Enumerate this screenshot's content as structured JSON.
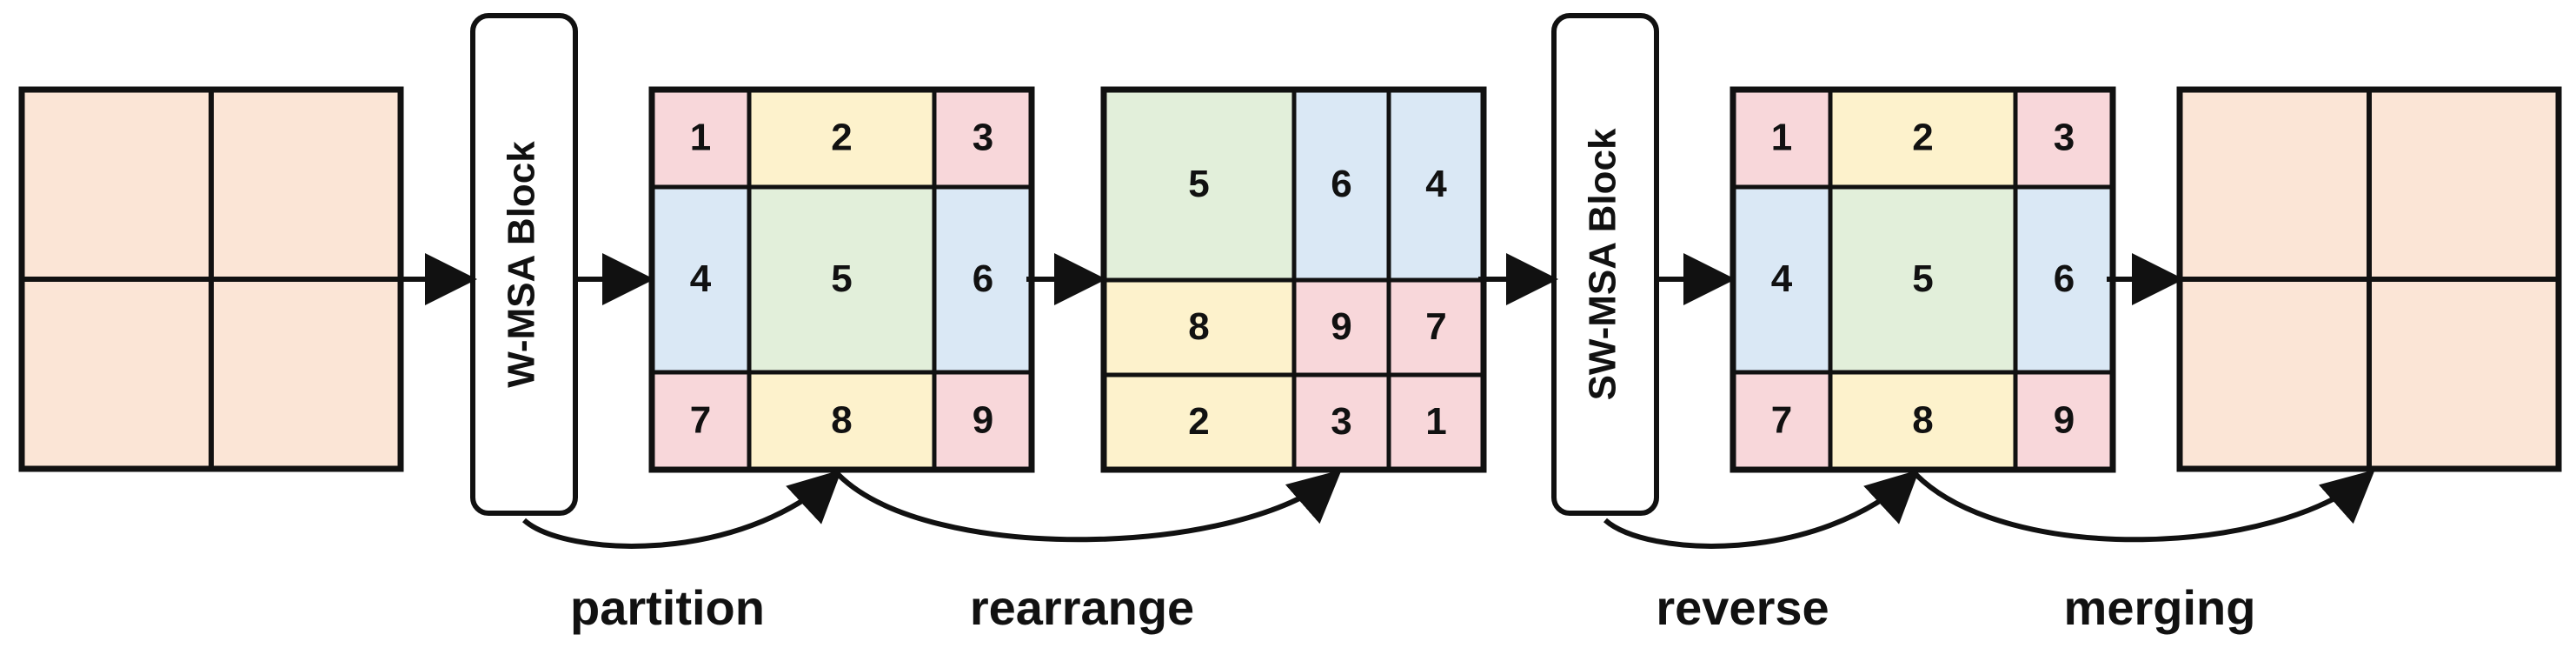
{
  "colors": {
    "peach": "#fbe5d6",
    "pink": "#f8d7da",
    "yellow": "#fdf2cc",
    "blue": "#dae8f5",
    "green": "#e2efda",
    "line": "#111111"
  },
  "blocks": {
    "wmsa": "W-MSA Block",
    "swmsa": "SW-MSA Block"
  },
  "grids": {
    "partition": {
      "cells": [
        {
          "id": "1",
          "label": "1",
          "color": "pink"
        },
        {
          "id": "2",
          "label": "2",
          "color": "yellow"
        },
        {
          "id": "3",
          "label": "3",
          "color": "pink"
        },
        {
          "id": "4",
          "label": "4",
          "color": "blue"
        },
        {
          "id": "5",
          "label": "5",
          "color": "green"
        },
        {
          "id": "6",
          "label": "6",
          "color": "blue"
        },
        {
          "id": "7",
          "label": "7",
          "color": "pink"
        },
        {
          "id": "8",
          "label": "8",
          "color": "yellow"
        },
        {
          "id": "9",
          "label": "9",
          "color": "pink"
        }
      ]
    },
    "rearrange": {
      "cells": [
        {
          "id": "5",
          "label": "5",
          "color": "green"
        },
        {
          "id": "6",
          "label": "6",
          "color": "blue"
        },
        {
          "id": "4",
          "label": "4",
          "color": "blue"
        },
        {
          "id": "8",
          "label": "8",
          "color": "yellow"
        },
        {
          "id": "9",
          "label": "9",
          "color": "pink"
        },
        {
          "id": "7",
          "label": "7",
          "color": "pink"
        },
        {
          "id": "2",
          "label": "2",
          "color": "yellow"
        },
        {
          "id": "3",
          "label": "3",
          "color": "pink"
        },
        {
          "id": "1",
          "label": "1",
          "color": "pink"
        }
      ]
    },
    "reverse": {
      "cells": [
        {
          "id": "1",
          "label": "1",
          "color": "pink"
        },
        {
          "id": "2",
          "label": "2",
          "color": "yellow"
        },
        {
          "id": "3",
          "label": "3",
          "color": "pink"
        },
        {
          "id": "4",
          "label": "4",
          "color": "blue"
        },
        {
          "id": "5",
          "label": "5",
          "color": "green"
        },
        {
          "id": "6",
          "label": "6",
          "color": "blue"
        },
        {
          "id": "7",
          "label": "7",
          "color": "pink"
        },
        {
          "id": "8",
          "label": "8",
          "color": "yellow"
        },
        {
          "id": "9",
          "label": "9",
          "color": "pink"
        }
      ]
    }
  },
  "operations": {
    "partition": "partition",
    "rearrange": "rearrange",
    "reverse": "reverse",
    "merging": "merging"
  }
}
